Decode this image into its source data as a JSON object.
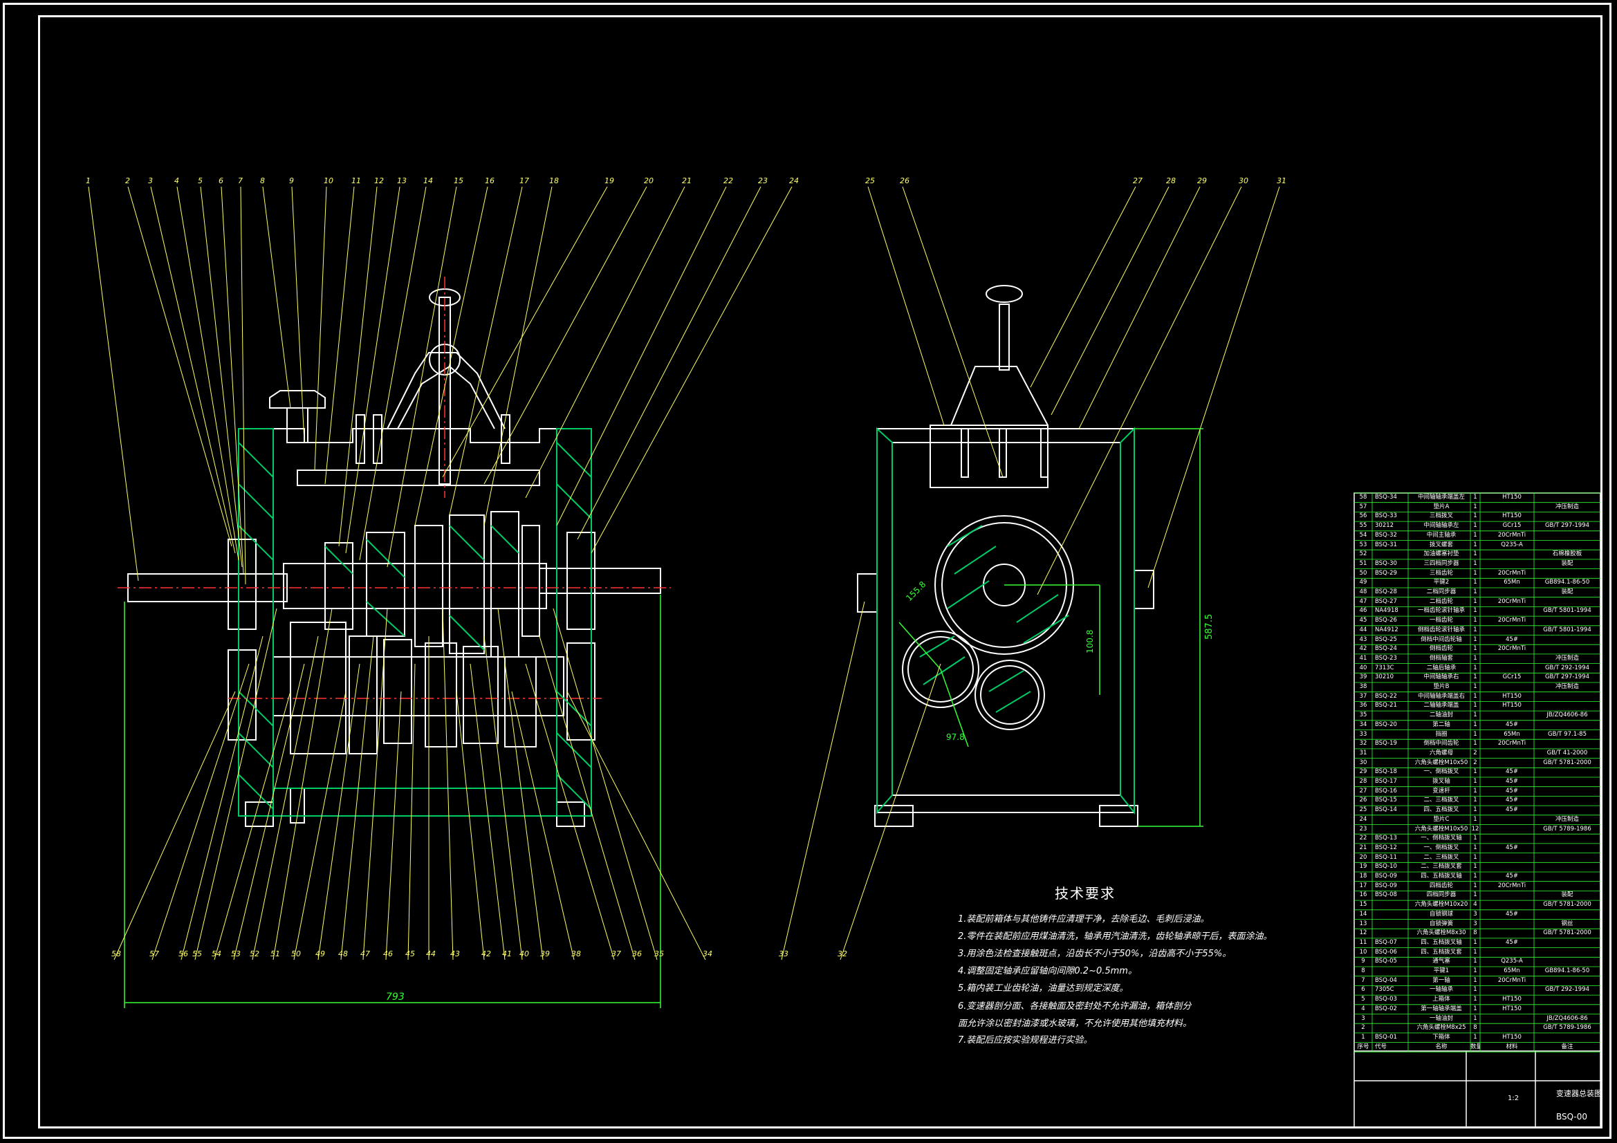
{
  "drawing": {
    "title": "变速器总装图",
    "code": "BSQ-00",
    "scale": "1:2",
    "dimensions": {
      "overall_length": "793",
      "height_right": "587.5",
      "center_a": "155.8",
      "center_b": "100.8",
      "center_c": "97.8"
    }
  },
  "callouts_top_left": [
    "1",
    "2",
    "3",
    "4",
    "5",
    "6",
    "7",
    "8",
    "9",
    "10",
    "11",
    "12",
    "13",
    "14",
    "15",
    "16",
    "17",
    "18",
    "19",
    "20",
    "21",
    "22",
    "23",
    "24"
  ],
  "callouts_top_right": [
    "25",
    "26",
    "27",
    "28",
    "29",
    "30",
    "31"
  ],
  "callouts_bottom_left": [
    "58",
    "57",
    "56",
    "55",
    "54",
    "53",
    "52",
    "51",
    "50",
    "49",
    "48",
    "47",
    "46",
    "45",
    "44",
    "43",
    "42",
    "41",
    "40",
    "39",
    "38",
    "37",
    "36",
    "35",
    "34"
  ],
  "callouts_bottom_right": [
    "33",
    "32"
  ],
  "notes": {
    "title": "技术要求",
    "items": [
      "1.装配前箱体与其他铸件应清理干净，去除毛边、毛刺后浸油。",
      "2.零件在装配前应用煤油清洗，轴承用汽油清洗，齿轮轴承晾干后，表面涂油。",
      "3.用涂色法检查接触斑点，沿齿长不小于50%，沿齿高不小于55%。",
      "4.调整固定轴承应留轴向间隙0.2~0.5mm。",
      "5.箱内装工业齿轮油，油量达到规定深度。",
      "6.变速器剖分面、各接触面及密封处不允许漏油，箱体剖分面允许涂以密封油漆或水玻璃，不允许使用其他填充材料。",
      "7.装配后应按实验规程进行实验。"
    ]
  },
  "bom": {
    "header": {
      "no": "序号",
      "code": "代号",
      "name": "名称",
      "qty": "数量",
      "material": "材料",
      "standard": "备注"
    },
    "rows": [
      [
        "58",
        "BSQ-34",
        "中间轴轴承端盖左",
        "1",
        "HT150",
        ""
      ],
      [
        "57",
        "",
        "垫片A",
        "1",
        "",
        "冲压制造"
      ],
      [
        "56",
        "BSQ-33",
        "三档拨叉",
        "1",
        "HT150",
        ""
      ],
      [
        "55",
        "30212",
        "中间轴轴承左",
        "1",
        "GCr15",
        "GB/T 297-1994"
      ],
      [
        "54",
        "BSQ-32",
        "中间主轴承",
        "1",
        "20CrMnTi",
        ""
      ],
      [
        "53",
        "BSQ-31",
        "拨叉螺套",
        "1",
        "Q235-A",
        ""
      ],
      [
        "52",
        "",
        "加油螺塞衬垫",
        "1",
        "",
        "石棉橡胶板"
      ],
      [
        "51",
        "BSQ-30",
        "三四档同步器",
        "1",
        "",
        "装配"
      ],
      [
        "50",
        "BSQ-29",
        "三档齿轮",
        "1",
        "20CrMnTi",
        ""
      ],
      [
        "49",
        "",
        "平键2",
        "1",
        "65Mn",
        "GB894.1-86-50"
      ],
      [
        "48",
        "BSQ-28",
        "二档同步器",
        "1",
        "",
        "装配"
      ],
      [
        "47",
        "BSQ-27",
        "二档齿轮",
        "1",
        "20CrMnTi",
        ""
      ],
      [
        "46",
        "NA4918",
        "一档齿轮滚针轴承",
        "1",
        "",
        "GB/T 5801-1994"
      ],
      [
        "45",
        "BSQ-26",
        "一档齿轮",
        "1",
        "20CrMnTi",
        ""
      ],
      [
        "44",
        "NA4912",
        "倒档齿轮滚针轴承",
        "1",
        "",
        "GB/T 5801-1994"
      ],
      [
        "43",
        "BSQ-25",
        "倒档中间齿轮轴",
        "1",
        "45#",
        ""
      ],
      [
        "42",
        "BSQ-24",
        "倒档齿轮",
        "1",
        "20CrMnTi",
        ""
      ],
      [
        "41",
        "BSQ-23",
        "倒档轴套",
        "1",
        "",
        "冲压制造"
      ],
      [
        "40",
        "7313C",
        "二轴后轴承",
        "1",
        "",
        "GB/T 292-1994"
      ],
      [
        "39",
        "30210",
        "中间轴轴承右",
        "1",
        "GCr15",
        "GB/T 297-1994"
      ],
      [
        "38",
        "",
        "垫片B",
        "1",
        "",
        "冲压制造"
      ],
      [
        "37",
        "BSQ-22",
        "中间轴轴承端盖右",
        "1",
        "HT150",
        ""
      ],
      [
        "36",
        "BSQ-21",
        "二轴轴承端盖",
        "1",
        "HT150",
        ""
      ],
      [
        "35",
        "",
        "二轴油封",
        "1",
        "",
        "JB/ZQ4606-86"
      ],
      [
        "34",
        "BSQ-20",
        "第二轴",
        "1",
        "45#",
        ""
      ],
      [
        "33",
        "",
        "挡圈",
        "1",
        "65Mn",
        "GB/T 97.1-85"
      ],
      [
        "32",
        "BSQ-19",
        "倒档中间齿轮",
        "1",
        "20CrMnTi",
        ""
      ],
      [
        "31",
        "",
        "六角螺母",
        "2",
        "",
        "GB/T 41-2000"
      ],
      [
        "30",
        "",
        "六角头螺栓M10x50",
        "2",
        "",
        "GB/T 5781-2000"
      ],
      [
        "29",
        "BSQ-18",
        "一、倒档拨叉",
        "1",
        "45#",
        ""
      ],
      [
        "28",
        "BSQ-17",
        "拨叉轴",
        "1",
        "45#",
        ""
      ],
      [
        "27",
        "BSQ-16",
        "变速杆",
        "1",
        "45#",
        ""
      ],
      [
        "26",
        "BSQ-15",
        "二、三档拨叉",
        "1",
        "45#",
        ""
      ],
      [
        "25",
        "BSQ-14",
        "四、五档拨叉",
        "1",
        "45#",
        ""
      ],
      [
        "24",
        "",
        "垫片C",
        "1",
        "",
        "冲压制造"
      ],
      [
        "23",
        "",
        "六角头螺栓M10x50",
        "12",
        "",
        "GB/T 5789-1986"
      ],
      [
        "22",
        "BSQ-13",
        "一、倒档拨叉轴",
        "1",
        "",
        ""
      ],
      [
        "21",
        "BSQ-12",
        "一、倒档拨叉",
        "1",
        "45#",
        ""
      ],
      [
        "20",
        "BSQ-11",
        "二、三档拨叉",
        "1",
        "",
        ""
      ],
      [
        "19",
        "BSQ-10",
        "二、三档拨叉套",
        "1",
        "",
        ""
      ],
      [
        "18",
        "BSQ-09",
        "四、五档拨叉轴",
        "1",
        "45#",
        ""
      ],
      [
        "17",
        "BSQ-09",
        "四档齿轮",
        "1",
        "20CrMnTi",
        ""
      ],
      [
        "16",
        "BSQ-08",
        "四档同步器",
        "1",
        "",
        "装配"
      ],
      [
        "15",
        "",
        "六角头螺栓M10x20",
        "4",
        "",
        "GB/T 5781-2000"
      ],
      [
        "14",
        "",
        "自锁钢球",
        "3",
        "45#",
        ""
      ],
      [
        "13",
        "",
        "自锁弹簧",
        "3",
        "",
        "钢丝"
      ],
      [
        "12",
        "",
        "六角头螺栓M8x30",
        "8",
        "",
        "GB/T 5781-2000"
      ],
      [
        "11",
        "BSQ-07",
        "四、五档拨叉轴",
        "1",
        "45#",
        ""
      ],
      [
        "10",
        "BSQ-06",
        "四、五档拨叉套",
        "1",
        "",
        ""
      ],
      [
        "9",
        "BSQ-05",
        "通气塞",
        "1",
        "Q235-A",
        ""
      ],
      [
        "8",
        "",
        "平键1",
        "1",
        "65Mn",
        "GB894.1-86-50"
      ],
      [
        "7",
        "BSQ-04",
        "第一轴",
        "1",
        "20CrMnTi",
        ""
      ],
      [
        "6",
        "7305C",
        "一轴轴承",
        "1",
        "",
        "GB/T 292-1994"
      ],
      [
        "5",
        "BSQ-03",
        "上箱体",
        "1",
        "HT150",
        ""
      ],
      [
        "4",
        "BSQ-02",
        "第一轴轴承端盖",
        "1",
        "HT150",
        ""
      ],
      [
        "3",
        "",
        "一轴油封",
        "1",
        "",
        "JB/ZQ4606-86"
      ],
      [
        "2",
        "",
        "六角头螺栓M8x25",
        "8",
        "",
        "GB/T 5789-1986"
      ],
      [
        "1",
        "BSQ-01",
        "下箱体",
        "1",
        "HT150",
        ""
      ]
    ]
  },
  "colors": {
    "line": "#ffffff",
    "dim": "#33ff33",
    "leader": "#ffff66",
    "hatch": "#00cc66",
    "center": "#ff3333"
  }
}
